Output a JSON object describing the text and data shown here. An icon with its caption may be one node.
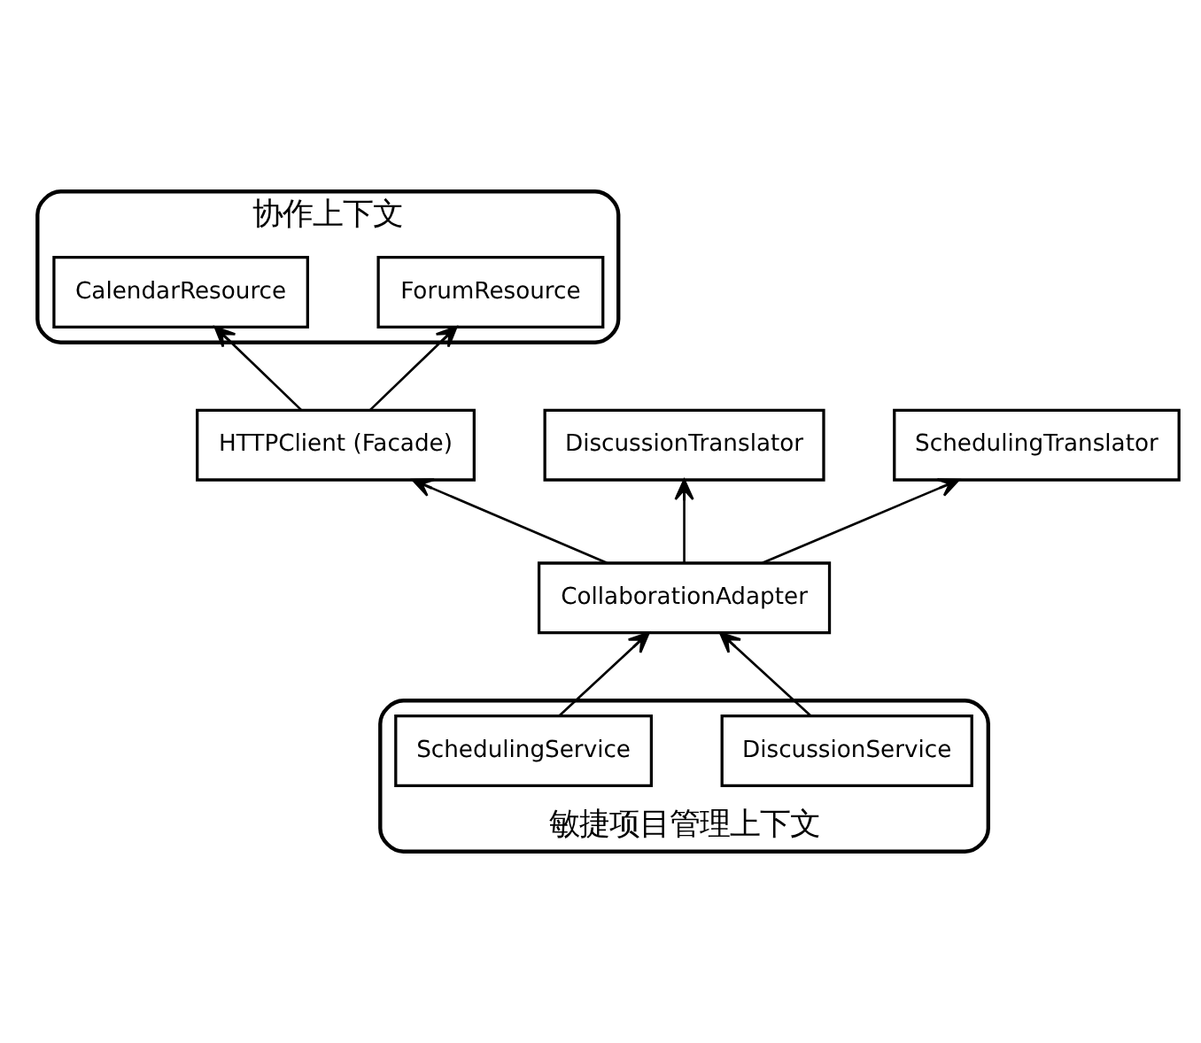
{
  "diagram": {
    "nodes": [
      {
        "text": [
          "协作上下文"
        ]
      },
      {
        "text": [
          "ForumResource"
        ],
        "in": 0
      },
      {
        "text": [
          "CalendarResource"
        ],
        "in": 0
      },
      {
        "text": [
          "HTTPClient (Facade)"
        ]
      },
      {
        "text": [
          "CollaborationAdapter"
        ]
      },
      {
        "text": [
          "DiscussionTranslator"
        ]
      },
      {
        "text": [
          "SchedulingTranslator"
        ]
      },
      {
        "text": [
          "敏捷项目管理上下文"
        ]
      },
      {
        "text": [
          "DiscussionService"
        ],
        "in": 7
      },
      {
        "text": [
          "SchedulingService"
        ],
        "in": 7
      }
    ],
    "edges": [
      {
        "from": 3,
        "to": 1,
        "arrow": "to"
      },
      {
        "from": 3,
        "to": 2,
        "arrow": "to"
      },
      {
        "from": 4,
        "to": 3,
        "arrow": "to"
      },
      {
        "from": 4,
        "to": 5,
        "arrow": "to"
      },
      {
        "from": 4,
        "to": 6,
        "arrow": "to"
      },
      {
        "from": 8,
        "to": 4,
        "arrow": "to"
      },
      {
        "from": 9,
        "to": 4,
        "arrow": "to"
      }
    ]
  }
}
